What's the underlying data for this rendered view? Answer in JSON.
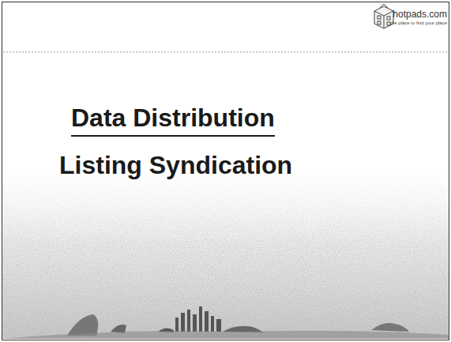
{
  "diagram": {
    "title": "Data Distribution",
    "labels": [
      "Listing Syndication",
      "hotpads.com",
      "the place to find your place"
    ]
  }
}
